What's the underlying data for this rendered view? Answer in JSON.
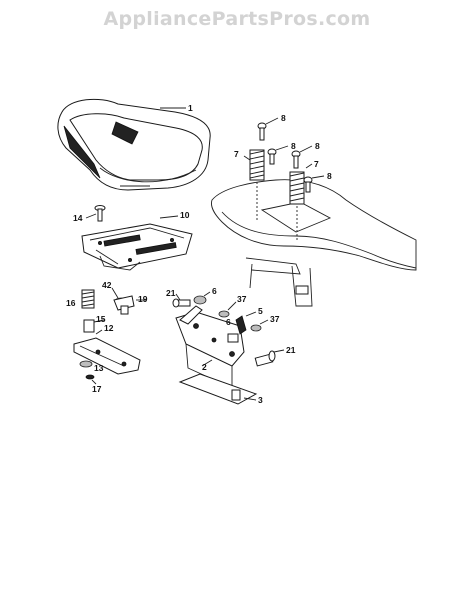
{
  "watermark": "AppliancePartsPros.com",
  "callouts": {
    "p1": "1",
    "p2": "2",
    "p3": "3",
    "p5": "5",
    "p6a": "6",
    "p6b": "6",
    "p7a": "7",
    "p7b": "7",
    "p8a": "8",
    "p8b": "8",
    "p8c": "8",
    "p8d": "8",
    "p10": "10",
    "p12": "12",
    "p13": "13",
    "p14": "14",
    "p15": "15",
    "p16": "16",
    "p17": "17",
    "p19": "19",
    "p21a": "21",
    "p21b": "21",
    "p37a": "37",
    "p37b": "37",
    "p42": "42"
  }
}
